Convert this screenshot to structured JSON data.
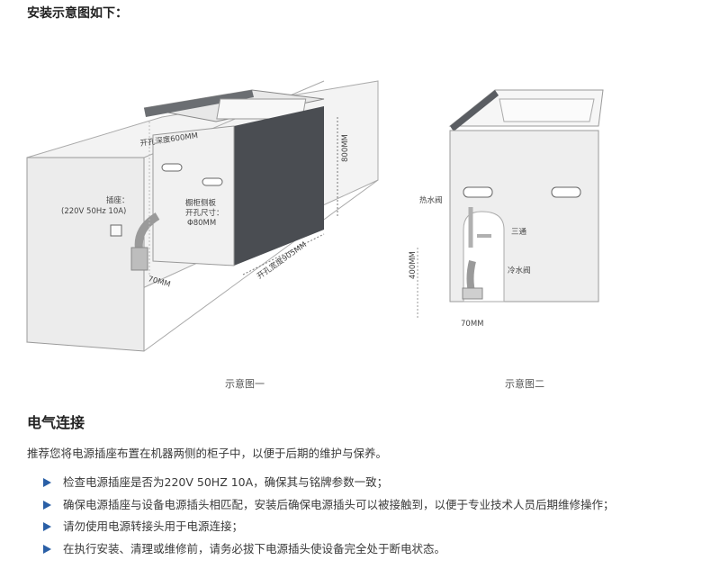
{
  "header": {
    "title": "安装示意图如下："
  },
  "figure1": {
    "caption": "示意图一",
    "labels": {
      "opening_depth": "开孔深度600MM",
      "height_800": "800MM",
      "socket_title": "插座：",
      "socket_spec": "(220V 50Hz 10A)",
      "cabinet_line1": "橱柜侧板",
      "cabinet_line2": "开孔尺寸：",
      "cabinet_line3": "Φ80MM",
      "pipe_70": "70MM",
      "opening_width": "开孔宽度905MM"
    }
  },
  "figure2": {
    "caption": "示意图二",
    "labels": {
      "hot_valve": "热水阀",
      "tee": "三通",
      "cold_valve": "冷水阀",
      "height_400": "400MM",
      "pipe_70": "70MM"
    }
  },
  "section": {
    "title": "电气连接",
    "intro": "推荐您将电源插座布置在机器两侧的柜子中，以便于后期的维护与保养。",
    "bullets": [
      "检查电源插座是否为220V 50HZ 10A，确保其与铭牌参数一致；",
      "确保电源插座与设备电源插头相匹配，安装后确保电源插头可以被接触到，以便于专业技术人员后期维修操作；",
      "请勿使用电源转接头用于电源连接；",
      "在执行安装、清理或维修前，请务必拔下电源插头使设备完全处于断电状态。"
    ]
  },
  "colors": {
    "bullet_arrow": "#2a5fa6",
    "cabinet_dark": "#4a4d52"
  }
}
